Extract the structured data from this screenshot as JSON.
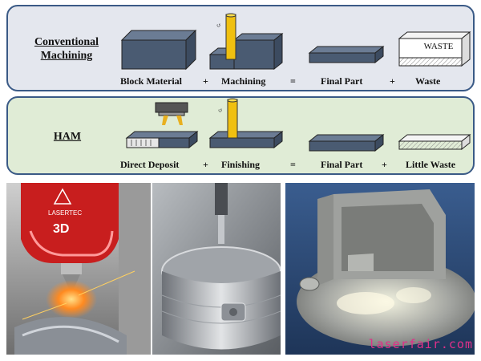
{
  "conventional": {
    "title_line1": "Conventional",
    "title_line2": "Machining",
    "waste_box_text": "WASTE",
    "labels": {
      "block": "Block Material",
      "plus1": "+",
      "machining": "Machining",
      "equals": "=",
      "final": "Final Part",
      "plus2": "+",
      "waste": "Waste"
    }
  },
  "ham": {
    "title": "HAM",
    "labels": {
      "deposit": "Direct Deposit",
      "plus1": "+",
      "finishing": "Finishing",
      "equals": "=",
      "final": "Final Part",
      "plus2": "+",
      "waste": "Little Waste"
    }
  },
  "photos": {
    "machine_brand": "LASERTEC",
    "machine_model": "3D"
  },
  "watermark": "laserfair.com",
  "colors": {
    "block_front": "#4a5b72",
    "block_top": "#6b7c94",
    "tool_yellow": "#f0c010",
    "conv_panel": "#e4e7ee",
    "ham_panel": "#e0ecd6",
    "panel_border": "#3a5a86"
  }
}
